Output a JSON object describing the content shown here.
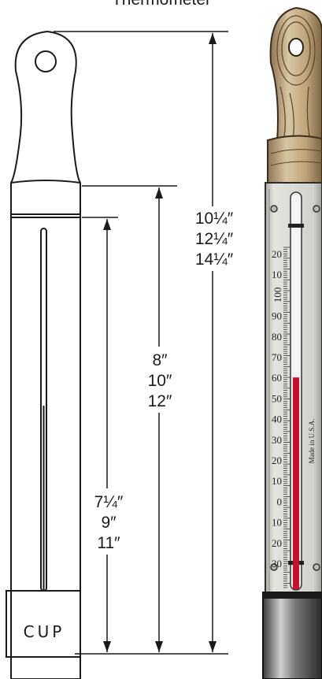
{
  "caption": "Thermometer",
  "dimensions": {
    "overall": [
      "10¼″",
      "12¼″",
      "14¼″"
    ],
    "stem": [
      "8″",
      "10″",
      "12″"
    ],
    "tube": [
      "7¼″",
      "9″",
      "11″"
    ]
  },
  "cup_label": "CUP",
  "scale_labels": [
    "20",
    "10",
    "100",
    "90",
    "80",
    "70",
    "60",
    "50",
    "40",
    "30",
    "20",
    "10",
    "0",
    "10",
    "20",
    "30"
  ],
  "maker_mark": "Made in U.S.A.",
  "colors": {
    "ink": "#1a1a1a",
    "mercury": "#c8102e",
    "wood": "#c9b28a",
    "metal": "#d7d7d2"
  },
  "mercury_level": 60
}
